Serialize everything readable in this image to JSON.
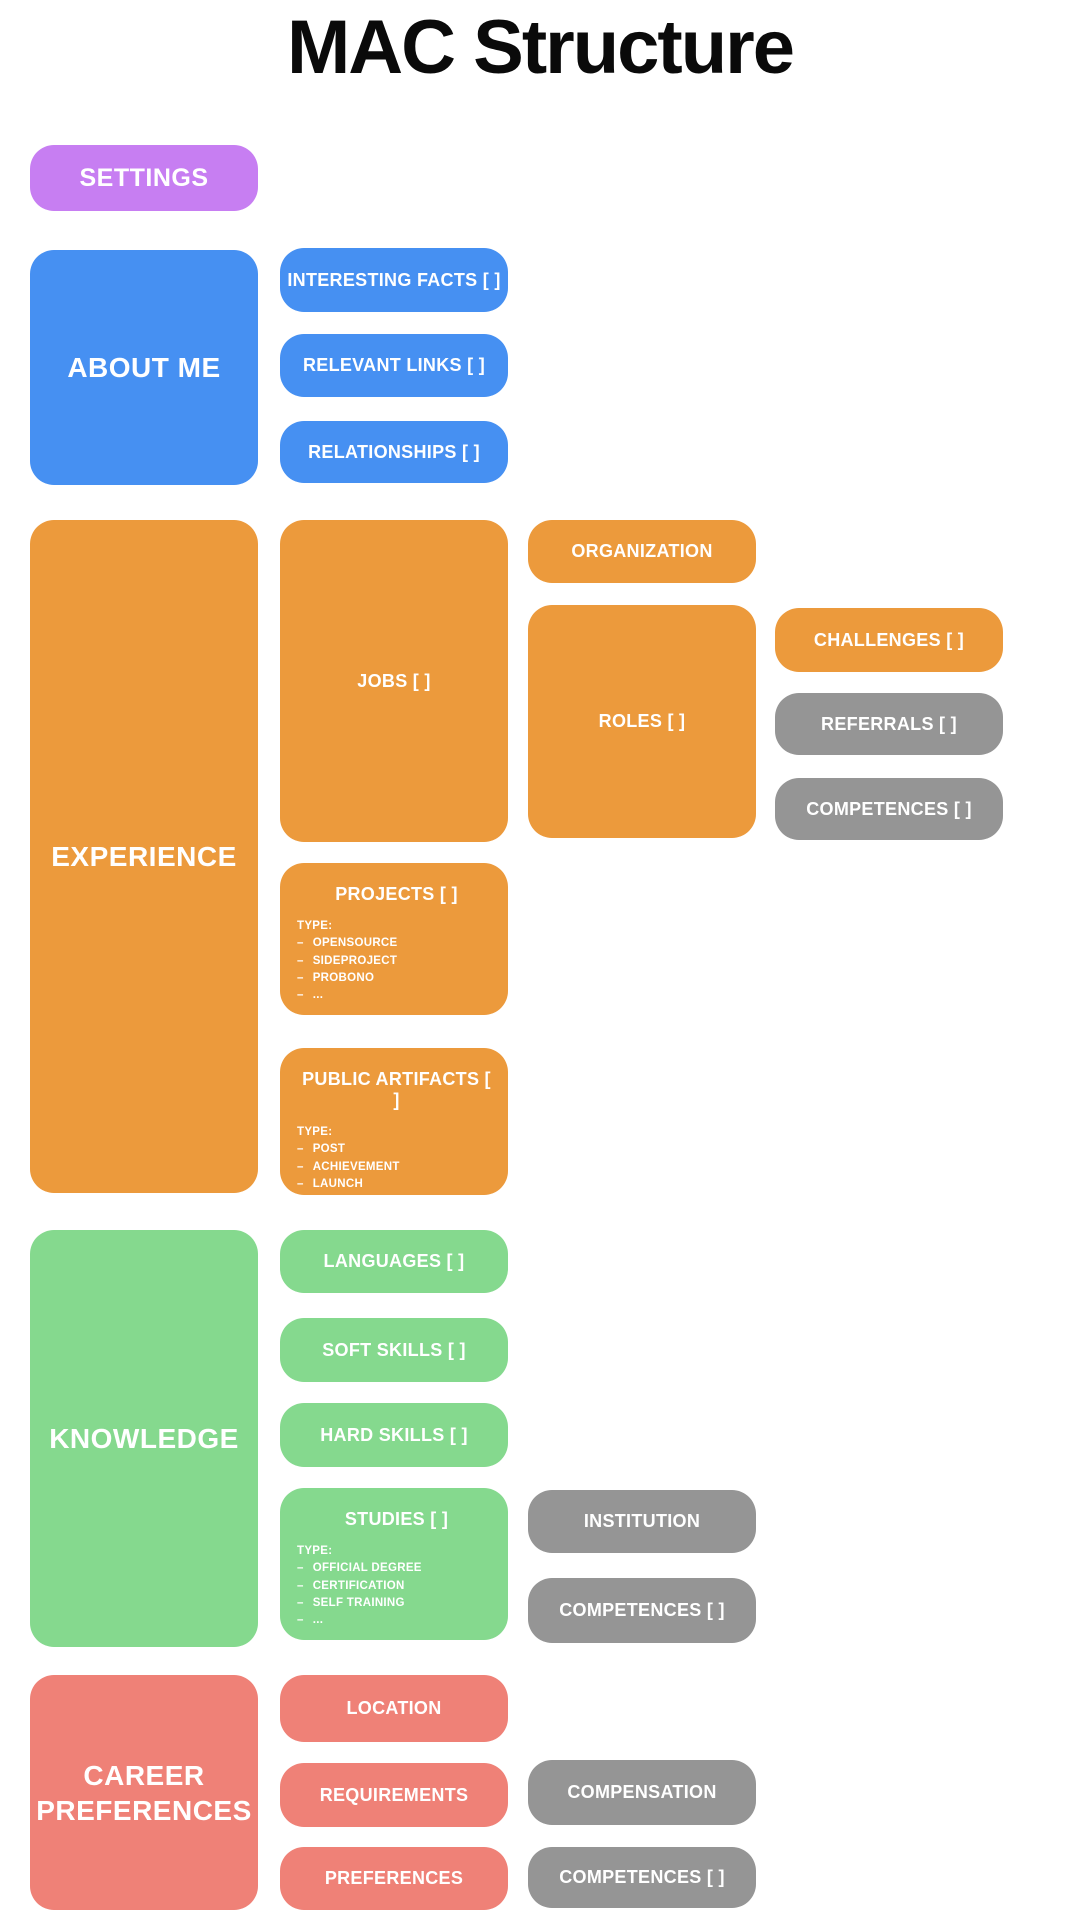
{
  "page": {
    "title": "MAC Structure"
  },
  "palette": {
    "purple": "#c77ef2",
    "blue": "#4690f2",
    "orange": "#ec9a3c",
    "green": "#85d98e",
    "red": "#ef8177",
    "gray": "#959595",
    "node_text": "#ffffff",
    "title_text": "#0a0a0a"
  },
  "settings": {
    "label": "SETTINGS"
  },
  "about_me": {
    "label": "ABOUT ME",
    "interesting_facts": "INTERESTING FACTS [ ]",
    "relevant_links": "RELEVANT LINKS [ ]",
    "relationships": "RELATIONSHIPS [ ]"
  },
  "experience": {
    "label": "EXPERIENCE",
    "jobs": {
      "label": "JOBS [ ]"
    },
    "organization": {
      "label": "ORGANIZATION"
    },
    "roles": {
      "label": "ROLES [ ]"
    },
    "challenges": {
      "label": "CHALLENGES [ ]"
    },
    "referrals": {
      "label": "REFERRALS [ ]"
    },
    "competences": {
      "label": "COMPETENCES [ ]"
    },
    "projects": {
      "label": "PROJECTS [ ]",
      "type_heading": "TYPE:",
      "types": [
        "OPENSOURCE",
        "SIDEPROJECT",
        "PROBONO",
        "..."
      ]
    },
    "public_artifacts": {
      "label": "PUBLIC ARTIFACTS [ ]",
      "type_heading": "TYPE:",
      "types": [
        "POST",
        "ACHIEVEMENT",
        "LAUNCH",
        "..."
      ]
    }
  },
  "knowledge": {
    "label": "KNOWLEDGE",
    "languages": {
      "label": "LANGUAGES [ ]"
    },
    "soft_skills": {
      "label": "SOFT SKILLS [ ]"
    },
    "hard_skills": {
      "label": "HARD SKILLS [ ]"
    },
    "studies": {
      "label": "STUDIES [ ]",
      "type_heading": "TYPE:",
      "types": [
        "OFFICIAL DEGREE",
        "CERTIFICATION",
        "SELF TRAINING",
        "..."
      ]
    },
    "institution": {
      "label": "INSTITUTION"
    },
    "competences": {
      "label": "COMPETENCES [ ]"
    }
  },
  "career_preferences": {
    "label": "CAREER PREFERENCES",
    "location": {
      "label": "LOCATION"
    },
    "requirements": {
      "label": "REQUIREMENTS"
    },
    "preferences": {
      "label": "PREFERENCES"
    },
    "compensation": {
      "label": "COMPENSATION"
    },
    "competences": {
      "label": "COMPETENCES [ ]"
    }
  }
}
